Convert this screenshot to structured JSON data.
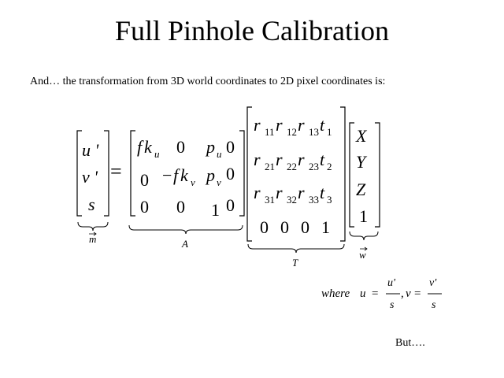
{
  "slide": {
    "title": "Full Pinhole Calibration",
    "intro": "And… the transformation from 3D world coordinates to 2D pixel coordinates is:",
    "footer": "But…."
  },
  "equation": {
    "lhs": [
      "u '",
      "v '",
      "s"
    ],
    "equals": "=",
    "A": {
      "row1": {
        "f": "f",
        "k": "k",
        "sub_u": "u",
        "zero": "0",
        "p": "p",
        "p_sub": "u",
        "zero2": "0"
      },
      "row2": {
        "zero": "0",
        "minus": "−",
        "f": "f",
        "k": "k",
        "sub_v": "v",
        "p": "p",
        "p_sub": "v",
        "zero2": "0"
      },
      "row3": [
        "0",
        "0",
        "1",
        "0"
      ]
    },
    "T": {
      "rows": [
        [
          {
            "b": "r",
            "s": "11"
          },
          {
            "b": "r",
            "s": "12"
          },
          {
            "b": "r",
            "s": "13"
          },
          {
            "b": "t",
            "s": "1"
          }
        ],
        [
          {
            "b": "r",
            "s": "21"
          },
          {
            "b": "r",
            "s": "22"
          },
          {
            "b": "r",
            "s": "23"
          },
          {
            "b": "t",
            "s": "2"
          }
        ],
        [
          {
            "b": "r",
            "s": "31"
          },
          {
            "b": "r",
            "s": "32"
          },
          {
            "b": "r",
            "s": "33"
          },
          {
            "b": "t",
            "s": "3"
          }
        ]
      ],
      "last_row": [
        "0",
        "0",
        "0",
        "1"
      ]
    },
    "w": [
      "X",
      "Y",
      "Z",
      "1"
    ],
    "labels": {
      "m": "m",
      "A": "A",
      "T": "T",
      "w": "w"
    }
  },
  "where_clause": {
    "where": "where",
    "u": "u",
    "eq": "=",
    "num_u": "u'",
    "den": "s",
    "comma": ",",
    "v": "v",
    "num_v": "v'"
  }
}
